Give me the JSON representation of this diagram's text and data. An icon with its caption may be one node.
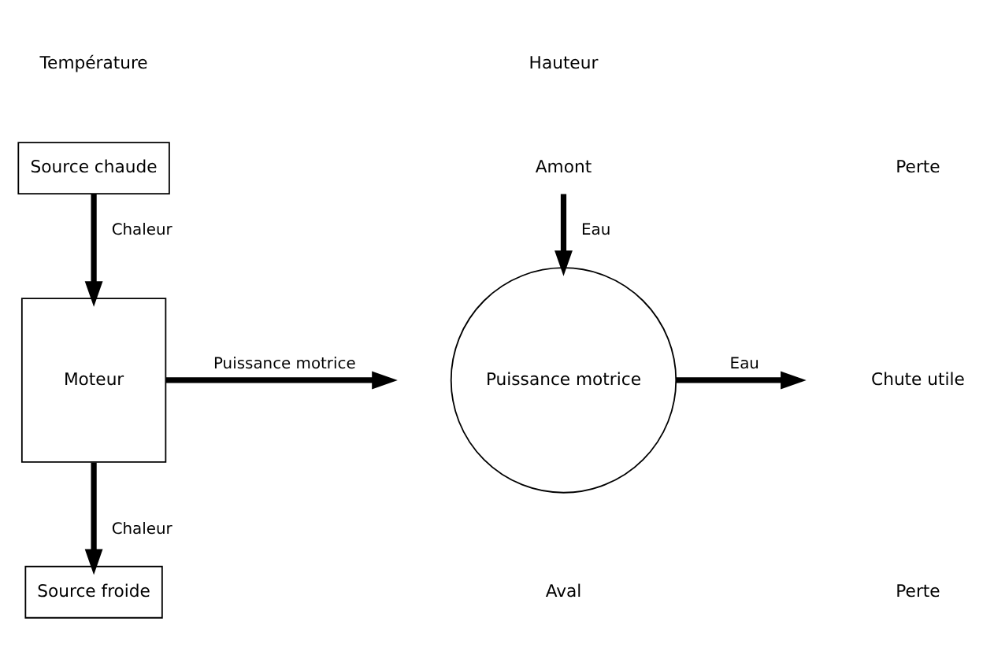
{
  "diagram": {
    "nodes": [
      {
        "text": [
          "Source chaude"
        ]
      },
      {
        "text": [
          "Moteur"
        ]
      },
      {
        "text": [
          "Source froide"
        ]
      },
      {
        "text": [
          "Amont"
        ]
      },
      {
        "text": [
          "Puissance motrice"
        ]
      }
    ],
    "edges": [
      {
        "from": 0,
        "to": 1,
        "arrow": "to",
        "label": "Chaleur"
      },
      {
        "from": 1,
        "to": 2,
        "arrow": "to",
        "label": "Chaleur"
      },
      {
        "from": 1,
        "to": null,
        "arrow": "to",
        "label": "Puissance motrice"
      },
      {
        "from": 3,
        "to": 4,
        "arrow": "to",
        "label": "Eau"
      },
      {
        "from": 4,
        "to": null,
        "arrow": "to",
        "label": "Eau"
      }
    ],
    "labels": [
      "Température",
      "Hauteur",
      "Perte",
      "Chute utile",
      "Perte",
      "Aval"
    ]
  }
}
